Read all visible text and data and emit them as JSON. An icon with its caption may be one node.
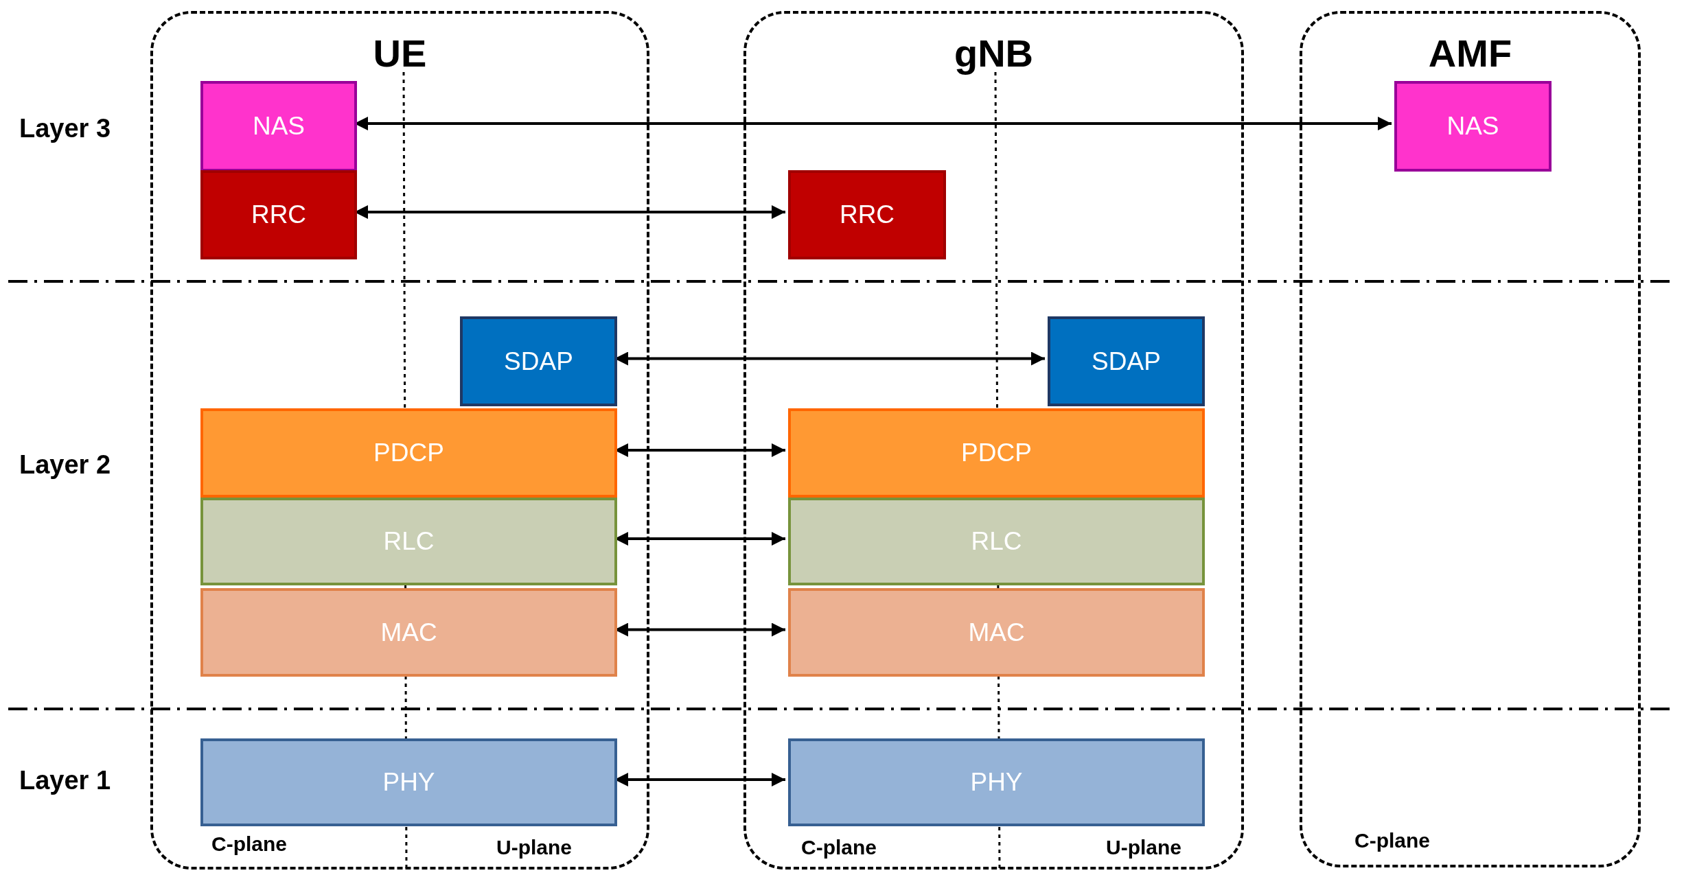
{
  "diagram": {
    "nodes": [
      {
        "text": [
          "UE",
          "C-plane",
          "U-plane"
        ]
      },
      {
        "text": [
          "gNB",
          "C-plane",
          "U-plane"
        ]
      },
      {
        "text": [
          "AMF",
          "C-plane"
        ]
      },
      {
        "text": [
          "NAS"
        ],
        "in": 0
      },
      {
        "text": [
          "NAS"
        ],
        "in": 2
      },
      {
        "text": [
          "RRC"
        ],
        "in": 0
      },
      {
        "text": [
          "RRC"
        ],
        "in": 1
      },
      {
        "text": [
          "SDAP"
        ],
        "in": 0
      },
      {
        "text": [
          "SDAP"
        ],
        "in": 1
      },
      {
        "text": [
          "PDCP"
        ],
        "in": 0
      },
      {
        "text": [
          "PDCP"
        ],
        "in": 1
      },
      {
        "text": [
          "RLC"
        ],
        "in": 0
      },
      {
        "text": [
          "RLC"
        ],
        "in": 1
      },
      {
        "text": [
          "MAC"
        ],
        "in": 0
      },
      {
        "text": [
          "MAC"
        ],
        "in": 1
      },
      {
        "text": [
          "PHY"
        ],
        "in": 0
      },
      {
        "text": [
          "PHY"
        ],
        "in": 1
      }
    ],
    "edges": [
      {
        "from": 3,
        "to": 4,
        "arrow": "both"
      },
      {
        "from": 5,
        "to": 6,
        "arrow": "both"
      },
      {
        "from": 7,
        "to": 8,
        "arrow": "both"
      },
      {
        "from": 9,
        "to": 10,
        "arrow": "both"
      },
      {
        "from": 11,
        "to": 12,
        "arrow": "both"
      },
      {
        "from": 13,
        "to": 14,
        "arrow": "both"
      },
      {
        "from": 15,
        "to": 16,
        "arrow": "both"
      }
    ],
    "labels": [
      "Layer 3",
      "Layer 2",
      "Layer 1"
    ]
  }
}
